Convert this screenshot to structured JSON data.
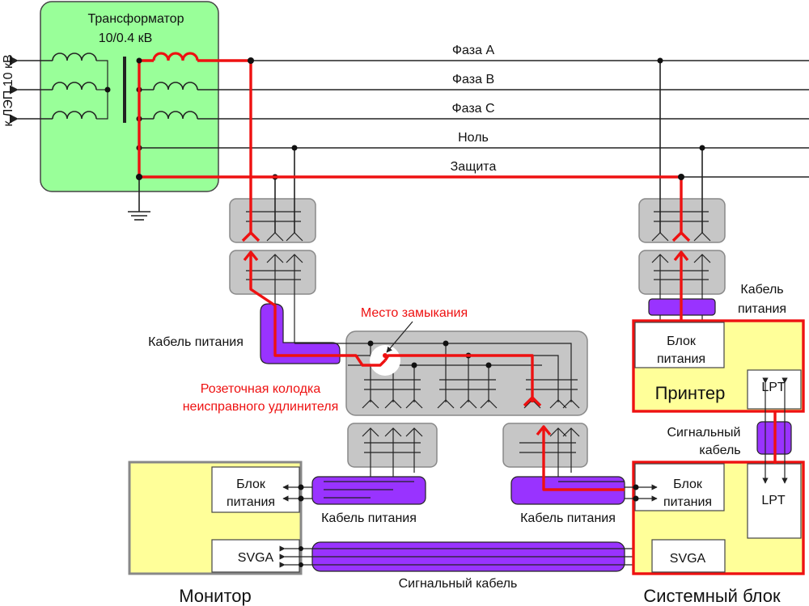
{
  "transformer": {
    "title_line1": "Трансформатор",
    "title_line2": "10/0.4 кВ",
    "hv_label": "к ЛЭП 10 кВ"
  },
  "lines": {
    "phase_a": "Фаза A",
    "phase_b": "Фаза B",
    "phase_c": "Фаза C",
    "neutral": "Ноль",
    "protective": "Защита"
  },
  "labels": {
    "power_cable": "Кабель питания",
    "fault_location": "Место замыкания",
    "faulty_socket_line1": "Розеточная колодка",
    "faulty_socket_line2": "неисправного удлинителя",
    "power_supply_line1": "Блок",
    "power_supply_line2": "питания",
    "cable_word": "Кабель",
    "power_word": "питания",
    "signal_word": "Сигнальный",
    "cable_lower": "кабель",
    "signal_cable": "Сигнальный кабель",
    "printer": "Принтер",
    "lpt": "LPT",
    "svga": "SVGA",
    "monitor": "Монитор",
    "system_unit": "Системный блок"
  },
  "colors": {
    "transformer_fill": "#99ff99",
    "fault_path": "#ee1111",
    "cable_fill": "#9933ff",
    "connector_fill": "#c6c6c6",
    "device_fill": "#ffff99"
  }
}
